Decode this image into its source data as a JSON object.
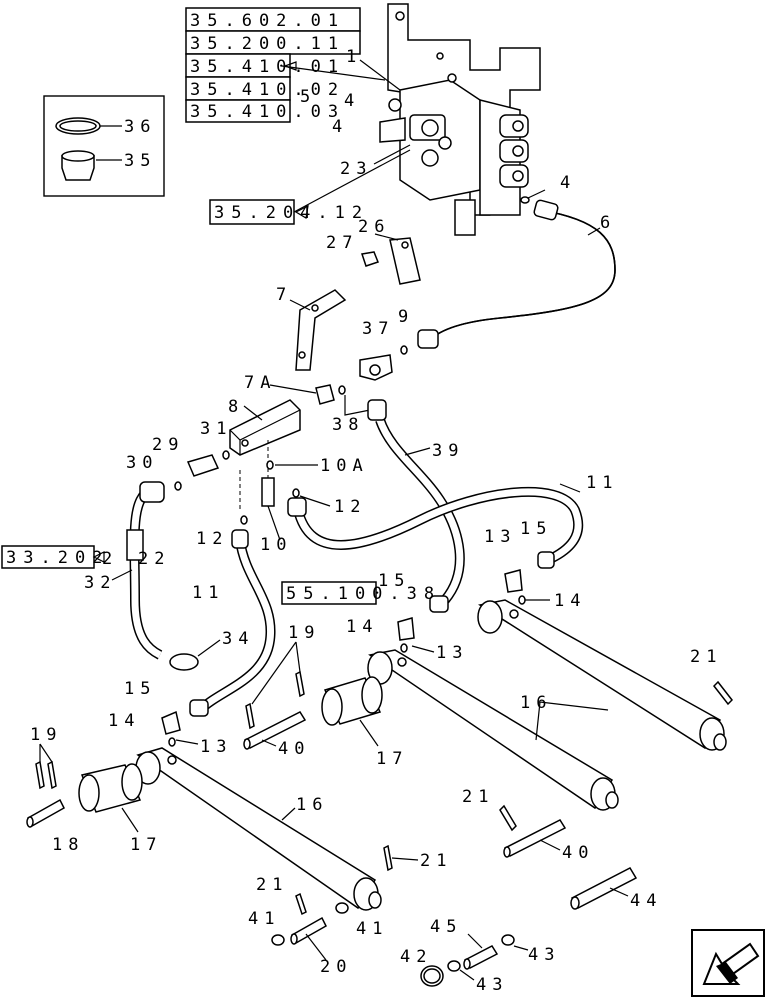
{
  "refs": {
    "r1": "35.602.01",
    "r2": "35.200.11",
    "r3": "35.410.01",
    "r4": "35.410.02",
    "r5": "35.410.03",
    "r6": "35.204.12",
    "r7": "33.202",
    "r8": "55.100.38"
  },
  "callouts": {
    "c1": "1",
    "c4a": "4",
    "c5": "5",
    "c4b": "4",
    "c23": "23",
    "c4c": "4",
    "c6": "6",
    "c26": "26",
    "c27": "27",
    "c7": "7",
    "c37": "37",
    "c9": "9",
    "c7A": "7A",
    "c8": "8",
    "c38": "38",
    "c31": "31",
    "c29": "29",
    "c30": "30",
    "c10A": "10A",
    "c39": "39",
    "c12a": "12",
    "c12b": "12",
    "c10": "10",
    "c11a": "11",
    "c2": "2",
    "c22": "22",
    "c32": "32",
    "c11b": "11",
    "c13a": "13",
    "c15a": "15",
    "c14a": "14",
    "c15b": "15",
    "c14b": "14",
    "c13b": "13",
    "c34": "34",
    "c19a": "19",
    "c15c": "15",
    "c14c": "14",
    "c13c": "13",
    "c40a": "40",
    "c17a": "17",
    "c16a": "16",
    "c21a": "21",
    "c19b": "19",
    "c18": "18",
    "c17b": "17",
    "c16b": "16",
    "c21b": "21",
    "c21c": "21",
    "c40b": "40",
    "c44": "44",
    "c21d": "21",
    "c41a": "41",
    "c41b": "41",
    "c20": "20",
    "c42": "42",
    "c45": "45",
    "c43a": "43",
    "c43b": "43",
    "c36": "36",
    "c35": "35"
  }
}
